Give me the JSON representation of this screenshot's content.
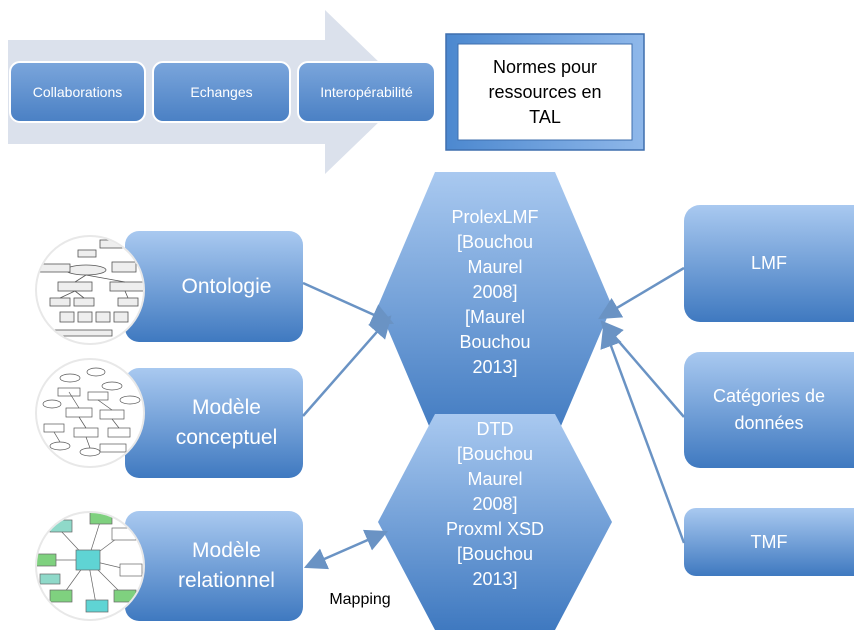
{
  "process": {
    "stages": [
      "Collaborations",
      "Echanges",
      "Interopérabilité"
    ]
  },
  "norms_box": {
    "text": "Normes pour\nressources en\nTAL"
  },
  "left_nodes": {
    "ontologie": "Ontologie",
    "conceptuel": "Modèle\nconceptuel",
    "relationnel": "Modèle\nrelationnel"
  },
  "hexagons": {
    "prolexlmf": "ProlexLMF\n[Bouchou\nMaurel\n2008]\n[Maurel\nBouchou\n2013]",
    "dtd": "DTD\n[Bouchou\nMaurel\n2008]\nProxml XSD\n[Bouchou\n2013]"
  },
  "right_nodes": {
    "lmf": "LMF",
    "categories": "Catégories de\ndonnées",
    "tmf": "TMF"
  },
  "mapping_label": "Mapping",
  "colors": {
    "blue_light": "#a9c9f0",
    "blue_dark": "#3f79c0",
    "arrow_band": "#dbe1ec",
    "connector": "#6a93c4"
  }
}
